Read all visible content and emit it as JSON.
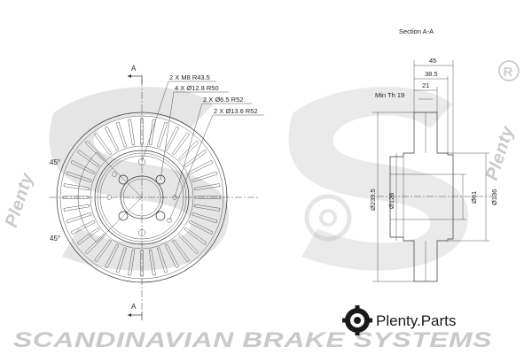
{
  "section_title": "Section A-A",
  "section_marker": "A",
  "front_view": {
    "callouts": [
      "2 X M8 R43.5",
      "4 X Ø12.8 R50",
      "2 X Ø6.5 R52",
      "2 X Ø13.6 R52"
    ],
    "angle_top": "45°",
    "angle_bottom": "45°"
  },
  "section_view": {
    "dim_overall_width": "45",
    "dim_hat_height": "38.5",
    "dim_disc_thickness": "21",
    "min_thickness": "Min Th  19",
    "dia_outer": "Ø239.5",
    "dia_hat": "Ø126",
    "dia_center_bore": "Ø61",
    "dia_hat_outer": "Ø136"
  },
  "watermark": {
    "manufacturer": "SCANDINAVIAN BRAKE SYSTEMS",
    "registered_mark": "®",
    "side_text_left": "Plenty",
    "side_text_right": "Plenty"
  },
  "brand": {
    "name": "Plenty",
    "suffix": ".Parts",
    "logo_icon": "gear-icon"
  },
  "colors": {
    "line": "#333333",
    "watermark": "#c9c9c9",
    "brand_text": "#1a1a1a"
  }
}
